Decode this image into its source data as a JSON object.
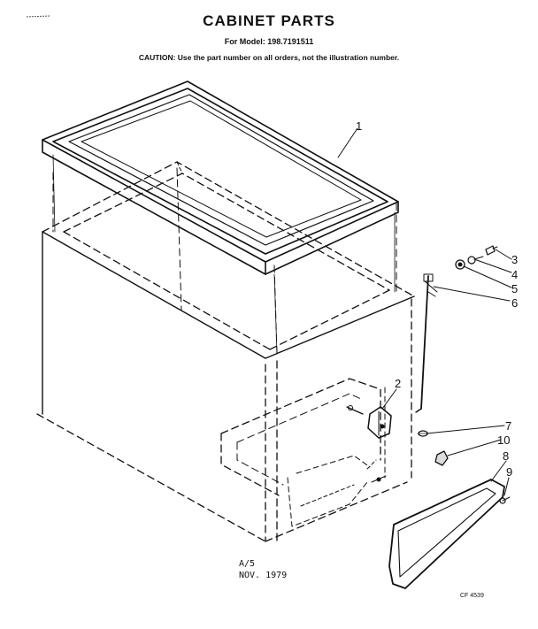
{
  "header": {
    "title": "CABINET PARTS",
    "model": "For Model: 198.7191511",
    "caution": "CAUTION: Use the part number on all orders, not the illustration number."
  },
  "callouts": [
    "1",
    "2",
    "3",
    "4",
    "5",
    "6",
    "7",
    "8",
    "9",
    "10"
  ],
  "footer": {
    "revision": "A/5",
    "date": "NOV. 1979",
    "reference": "CF 4539"
  },
  "colors": {
    "ink": "#111111",
    "paper": "#ffffff"
  }
}
